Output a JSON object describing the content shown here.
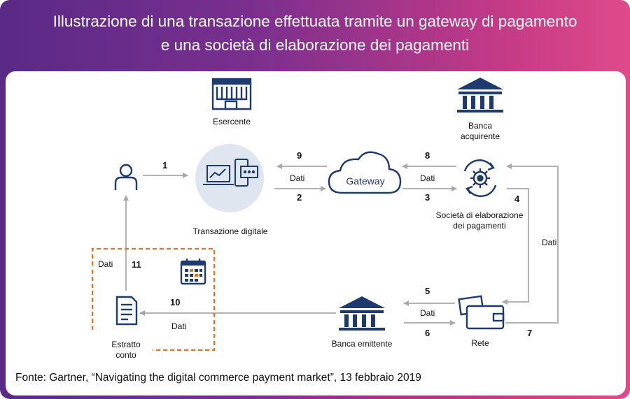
{
  "title": {
    "line1": "Illustrazione di una transazione effettuata tramite un gateway di pagamento",
    "line2": "e una società di elaborazione dei pagamenti"
  },
  "nodes": {
    "esercente": "Esercente",
    "banca_acquirente_1": "Banca",
    "banca_acquirente_2": "acquirente",
    "transazione": "Transazione digitale",
    "gateway": "Gateway",
    "societa_1": "Società di elaborazione",
    "societa_2": "dei pagamenti",
    "estratto_1": "Estratto",
    "estratto_2": "conto",
    "banca_emittente": "Banca emittente",
    "rete": "Rete"
  },
  "steps": [
    "1",
    "2",
    "3",
    "4",
    "5",
    "6",
    "7",
    "8",
    "9",
    "10",
    "11"
  ],
  "data_label": "Dati",
  "source": "Fonte: Gartner, “Navigating the digital commerce payment market”, 13 febbraio 2019",
  "colors": {
    "navy": "#1f3a6e",
    "arrow": "#b3b3b3",
    "dashed": "#e8731f",
    "circle": "#dfe6ef"
  }
}
